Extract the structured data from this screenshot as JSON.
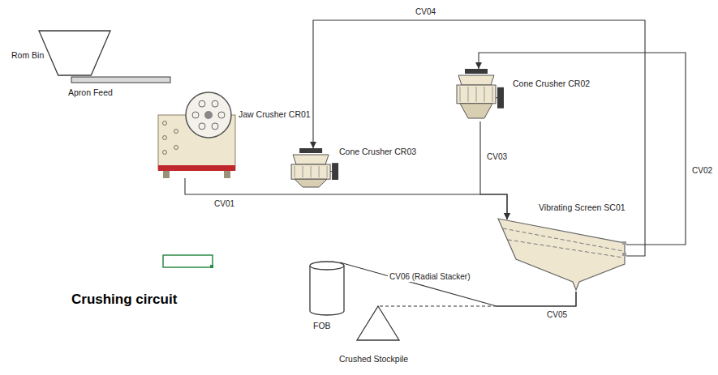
{
  "diagram": {
    "title": "Crushing circuit",
    "nodes": [
      {
        "text": [
          "Rom Bin"
        ]
      },
      {
        "text": [
          "Apron Feed"
        ]
      },
      {
        "text": [
          "Jaw Crusher CR01"
        ]
      },
      {
        "text": [
          "Cone Crusher CR03"
        ]
      },
      {
        "text": [
          "Cone Crusher CR02"
        ]
      },
      {
        "text": [
          "Vibrating Screen SC01"
        ]
      },
      {
        "text": [
          "FOB"
        ]
      },
      {
        "text": [
          "Crushed Stockpile"
        ]
      }
    ],
    "edges": [
      {
        "from": 2,
        "to": 5,
        "label": "CV01",
        "arrow": "to"
      },
      {
        "from": 4,
        "to": 5,
        "label": "CV03",
        "arrow": "to"
      },
      {
        "from": 5,
        "to": 4,
        "label": "CV02",
        "arrow": "to"
      },
      {
        "from": 5,
        "to": 3,
        "label": "CV04",
        "arrow": "to"
      },
      {
        "from": 5,
        "to": 7,
        "label": "CV05",
        "arrow": "none"
      },
      {
        "from": 5,
        "to": 6,
        "label": "CV06 (Radial Stacker)",
        "arrow": "none"
      }
    ]
  }
}
